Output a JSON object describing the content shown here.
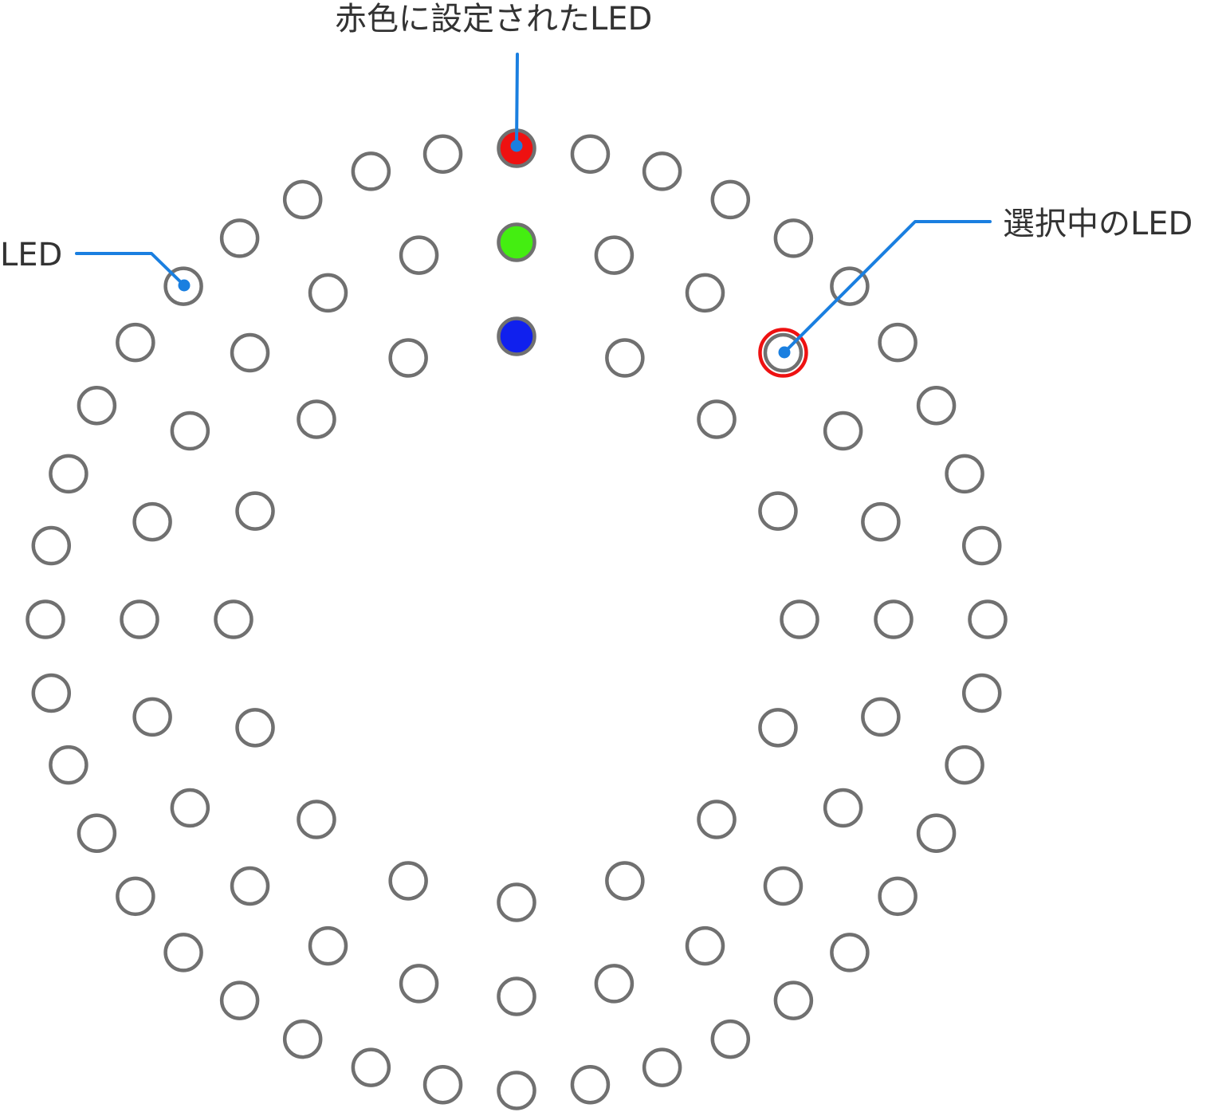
{
  "labels": {
    "led": "LED",
    "red_led": "赤色に設定されたLED",
    "selected_led": "選択中のLED"
  },
  "colors": {
    "led_outline": "#707070",
    "callout": "#1a7fe0",
    "selection": "#ee1111"
  },
  "rings": [
    {
      "name": "outer",
      "count": 40,
      "colored": {
        "0": "#ee1111"
      }
    },
    {
      "name": "middle",
      "count": 24,
      "colored": {
        "0": "#44ee11"
      },
      "selected_index": 3
    },
    {
      "name": "inner",
      "count": 16,
      "colored": {
        "0": "#1020ee"
      }
    }
  ]
}
